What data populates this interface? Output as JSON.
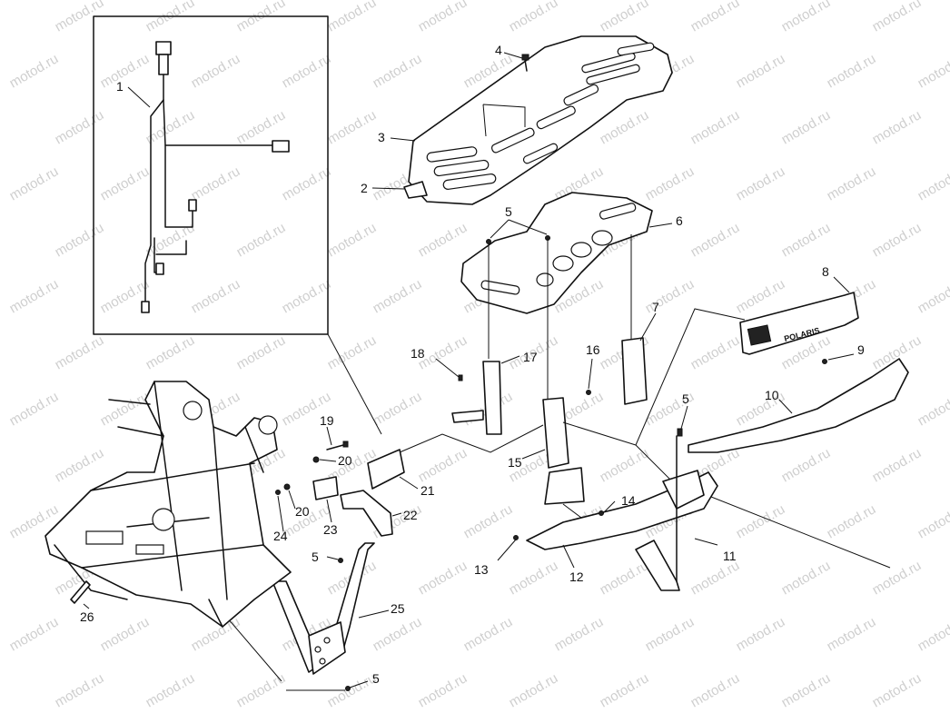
{
  "watermark": "motod.ru",
  "nameplate_text": "POLARIS",
  "callouts": [
    {
      "id": "1",
      "label": "1"
    },
    {
      "id": "2",
      "label": "2"
    },
    {
      "id": "3",
      "label": "3"
    },
    {
      "id": "4",
      "label": "4"
    },
    {
      "id": "5a",
      "label": "5"
    },
    {
      "id": "5b",
      "label": "5"
    },
    {
      "id": "5c",
      "label": "5"
    },
    {
      "id": "5d",
      "label": "5"
    },
    {
      "id": "6",
      "label": "6"
    },
    {
      "id": "7",
      "label": "7"
    },
    {
      "id": "8",
      "label": "8"
    },
    {
      "id": "9",
      "label": "9"
    },
    {
      "id": "10",
      "label": "10"
    },
    {
      "id": "11",
      "label": "11"
    },
    {
      "id": "12",
      "label": "12"
    },
    {
      "id": "13",
      "label": "13"
    },
    {
      "id": "14",
      "label": "14"
    },
    {
      "id": "15",
      "label": "15"
    },
    {
      "id": "16",
      "label": "16"
    },
    {
      "id": "17",
      "label": "17"
    },
    {
      "id": "18",
      "label": "18"
    },
    {
      "id": "19",
      "label": "19"
    },
    {
      "id": "20a",
      "label": "20"
    },
    {
      "id": "20b",
      "label": "20"
    },
    {
      "id": "21",
      "label": "21"
    },
    {
      "id": "22",
      "label": "22"
    },
    {
      "id": "23",
      "label": "23"
    },
    {
      "id": "24",
      "label": "24"
    },
    {
      "id": "25",
      "label": "25"
    },
    {
      "id": "26",
      "label": "26"
    }
  ]
}
